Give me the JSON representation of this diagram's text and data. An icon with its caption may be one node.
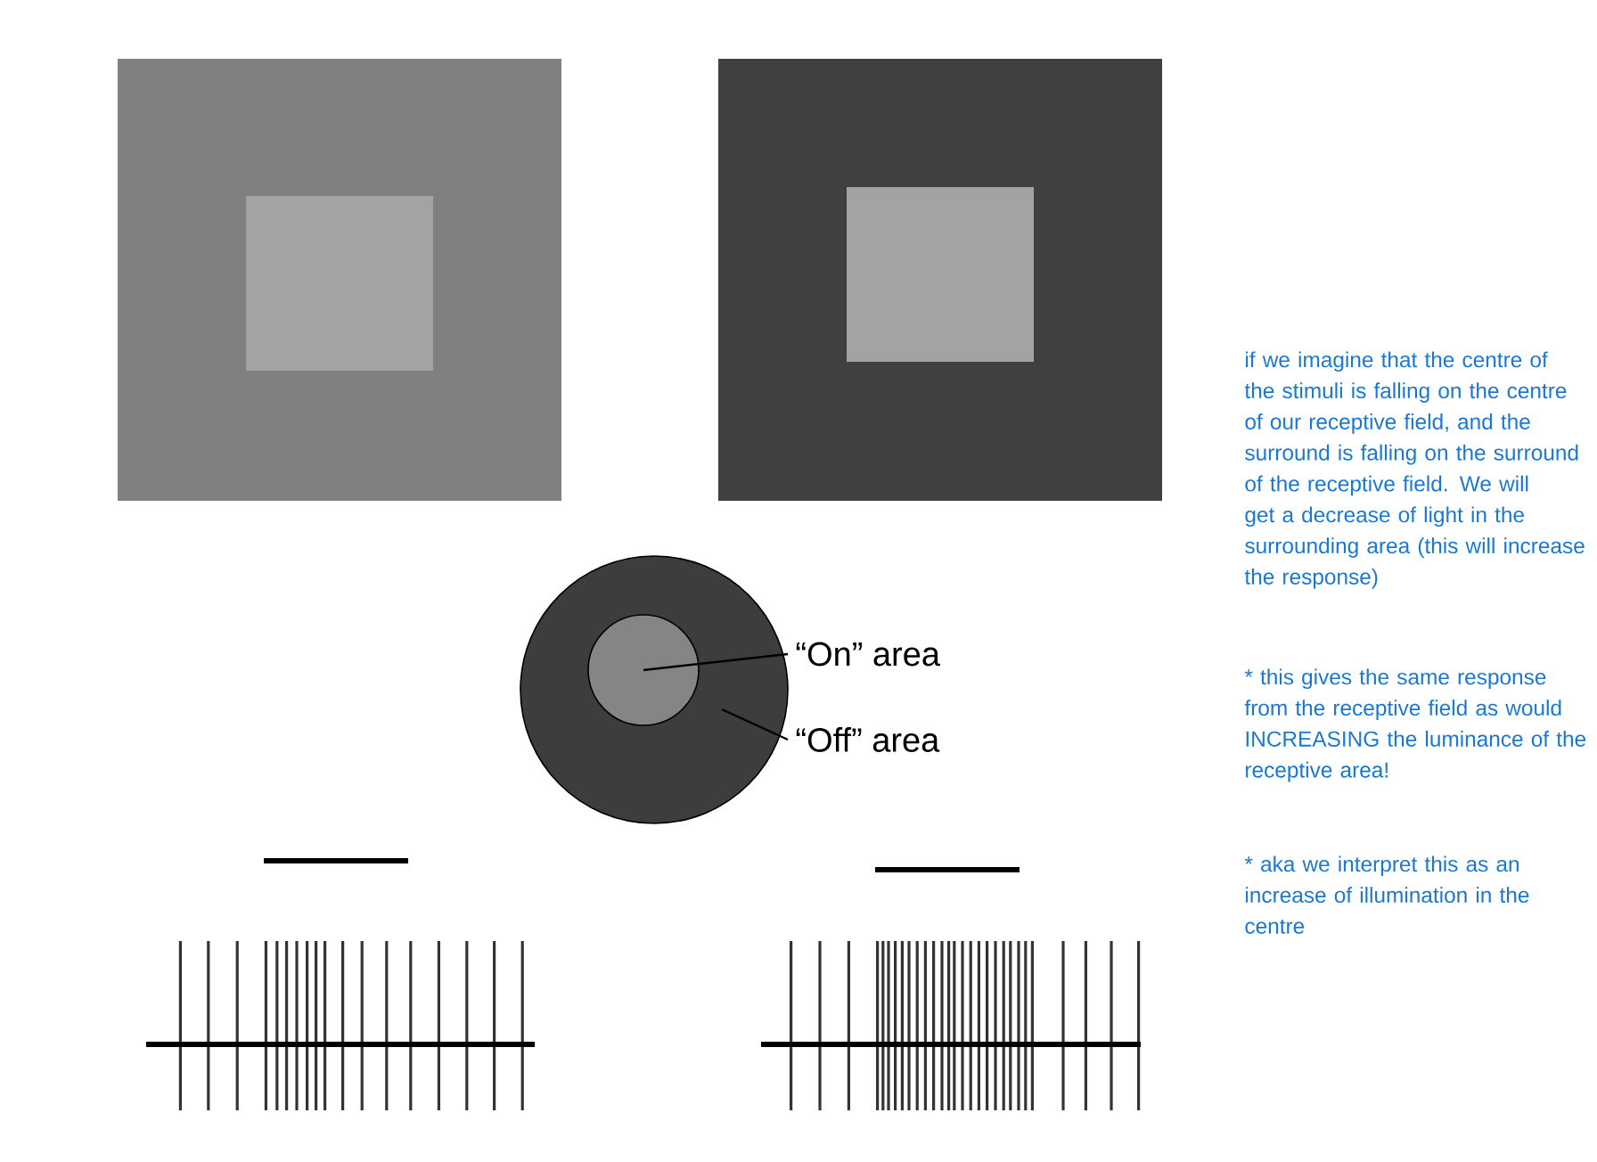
{
  "diagram": {
    "nodes": [
      {
        "text": [],
        "shape": "circle"
      },
      {
        "text": [],
        "shape": "circle",
        "in": 0
      },
      {
        "text": [
          "“On” area"
        ]
      },
      {
        "text": [
          "“Off” area"
        ]
      }
    ],
    "edges": [
      {
        "from": 2,
        "to": 1,
        "arrow": "none"
      },
      {
        "from": 3,
        "to": 0,
        "arrow": "none"
      }
    ],
    "labels": [
      "if we imagine that the centre of the stimuli is falling on the centre of our receptive field, and the surround is falling on the surround of the receptive field. We will get a decrease of light in the surrounding area (this will increase the response)",
      "* this gives the same response from the receptive field as would INCREASING the luminance of the receptive area!",
      "* aka we interpret this as an increase of illumination in the centre"
    ]
  }
}
